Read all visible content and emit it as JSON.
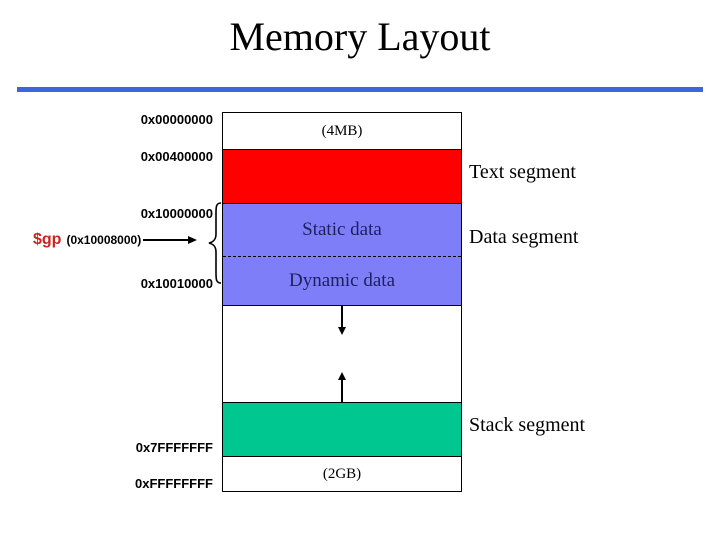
{
  "title": "Memory Layout",
  "colors": {
    "rule": "#3A67DB",
    "text_segment": "#FF0000",
    "data_segment": "#7E7EF8",
    "stack_segment": "#00C690",
    "gp_register": "#CC2222",
    "data_label_text": "#1F1F60"
  },
  "diagram": {
    "top_size_label": "(4MB)",
    "bottom_size_label": "(2GB)",
    "static_data_label": "Static data",
    "dynamic_data_label": "Dynamic data",
    "addresses": {
      "top": "0x00000000",
      "text_start": "0x00400000",
      "data_start": "0x10000000",
      "dynamic_start": "0x10010000",
      "stack_end": "0x7FFFFFFF",
      "bottom": "0xFFFFFFFF"
    },
    "gp_pointer": {
      "register": "$gp",
      "address": "(0x10008000)"
    },
    "segment_labels": {
      "text": "Text segment",
      "data": "Data segment",
      "stack": "Stack segment"
    }
  }
}
